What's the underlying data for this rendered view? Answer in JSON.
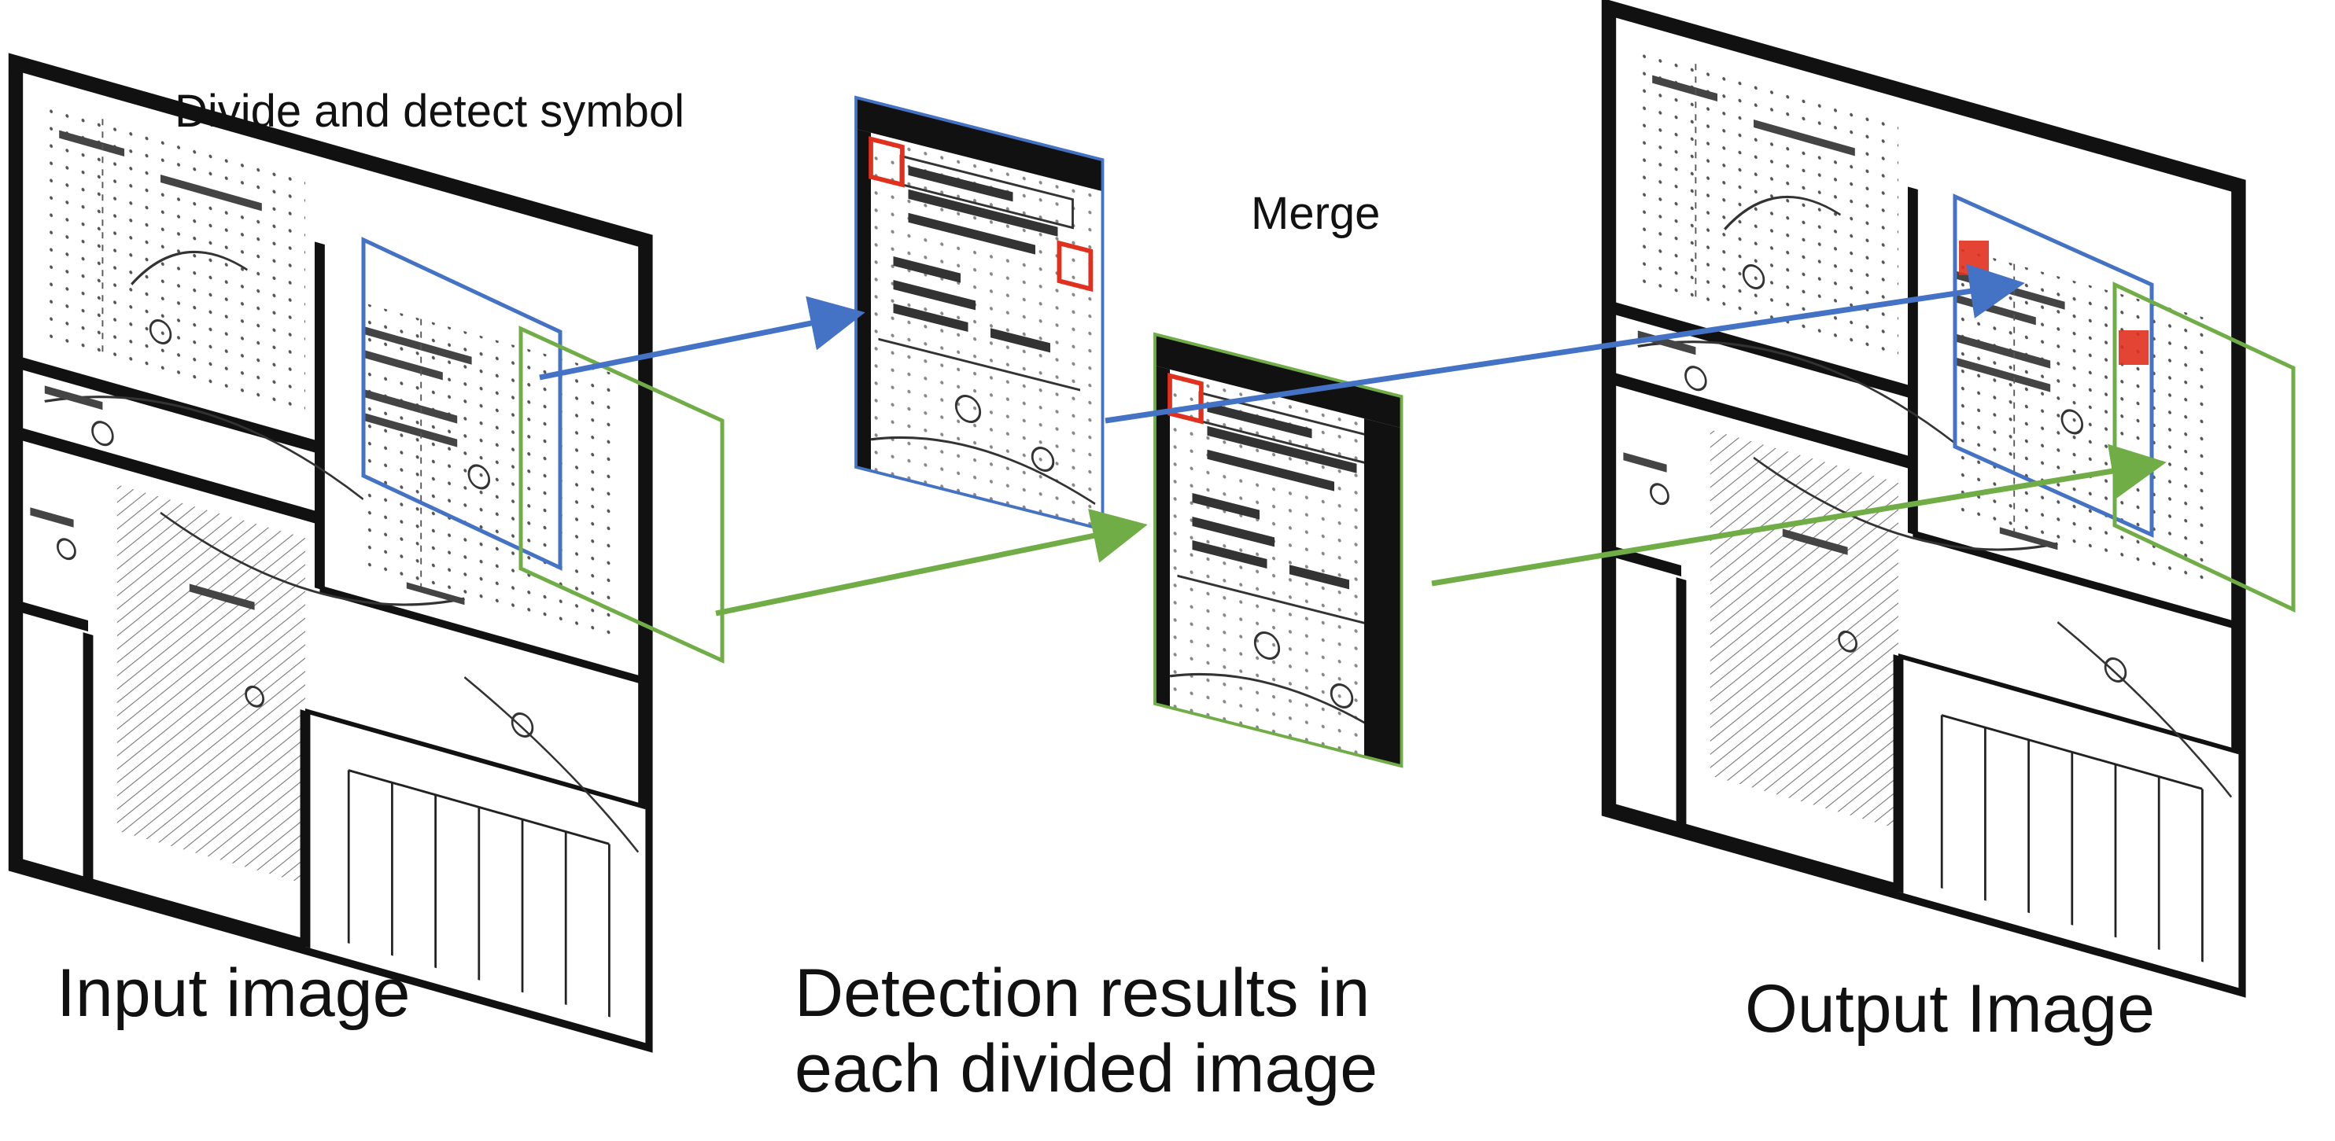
{
  "labels": {
    "divide_detect": "Divide and detect symbol",
    "merge": "Merge",
    "input_image": "Input image",
    "detection_results_line1": "Detection results in",
    "detection_results_line2": "each divided image",
    "output_image": "Output Image"
  },
  "colors": {
    "blue": "#4472c4",
    "green": "#70ad47",
    "detection_red": "#e0301e",
    "ink": "#111111",
    "background": "#ffffff"
  }
}
